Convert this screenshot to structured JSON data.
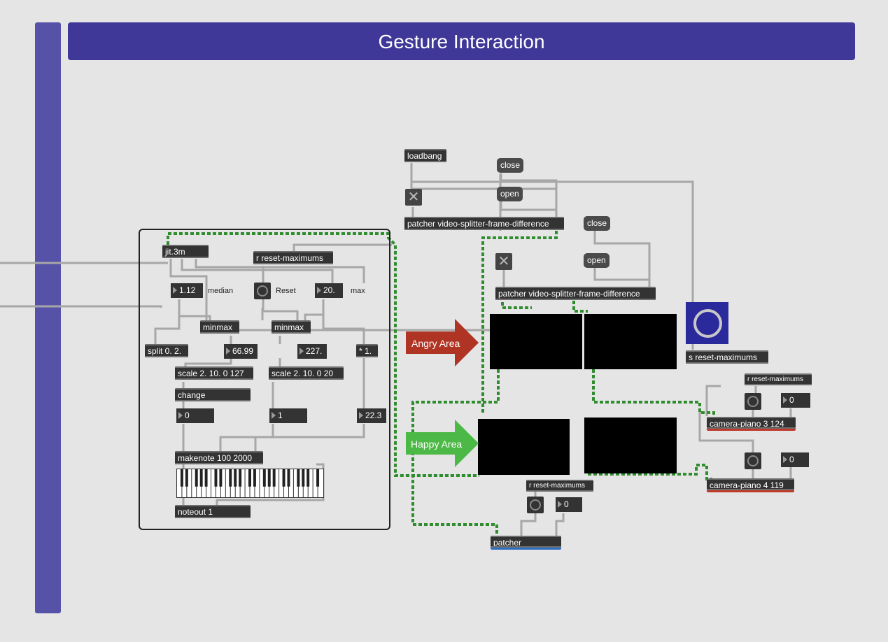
{
  "header": {
    "title": "Gesture Interaction"
  },
  "objects": {
    "loadbang": "loadbang",
    "close1": "close",
    "open1": "open",
    "patcher_vsfd1": "patcher video-splitter-frame-difference",
    "close2": "close",
    "open2": "open",
    "patcher_vsfd2": "patcher video-splitter-frame-difference",
    "jit3m": "jit.3m",
    "r_reset_max_main": "r reset-maximums",
    "median_value": "1.12",
    "median_label": "median",
    "reset_label": "Reset",
    "max_value": "20.",
    "max_label": "max",
    "minmax1": "minmax",
    "minmax2": "minmax",
    "split": "split 0. 2.",
    "num_66": "66.99",
    "num_227": "227.",
    "mult": "* 1.",
    "scale1": "scale 2. 10. 0 127",
    "scale2": "scale 2. 10. 0 20",
    "change": "change",
    "num_0": "0",
    "num_1": "1",
    "num_22": "22.3",
    "makenote": "makenote 100 2000",
    "noteout": "noteout 1",
    "s_reset_max": "s reset-maximums",
    "r_reset_max_3": "r reset-maximums",
    "num_cam3": "0",
    "camera3": "camera-piano 3 124",
    "num_cam4": "0",
    "camera4": "camera-piano 4 119",
    "r_reset_max_bottom": "r reset-maximums",
    "num_bottom": "0",
    "patcher": "patcher"
  },
  "annotations": {
    "angry": "Angry Area",
    "happy": "Happy Area"
  },
  "icons": {
    "toggle": "x-icon",
    "bang": "circle-icon",
    "piano": "piano-keyboard-icon",
    "arrow": "arrow-right-icon"
  },
  "colors": {
    "sidebar": "#5552a8",
    "title": "#403898",
    "angry": "#b03424",
    "happy": "#4cb845",
    "big_bang": "#2a2a9c"
  }
}
